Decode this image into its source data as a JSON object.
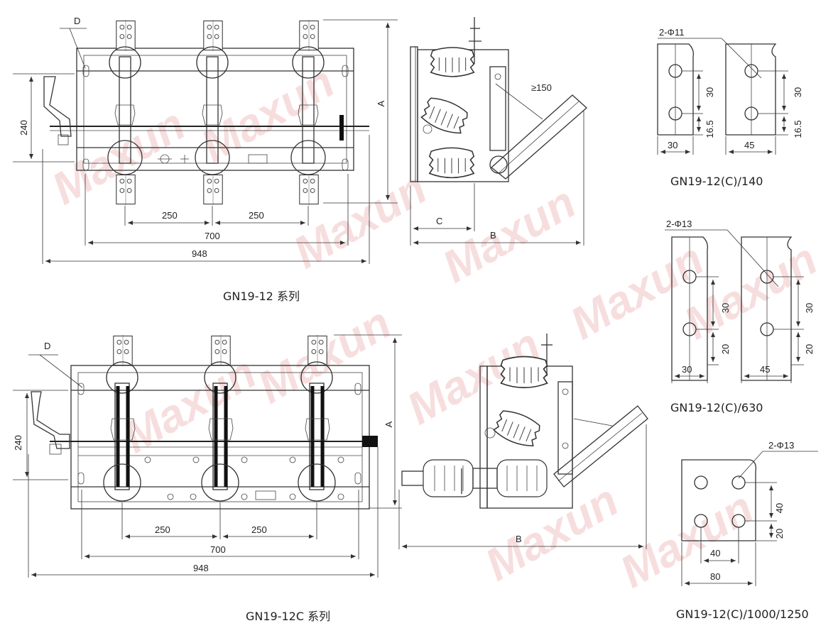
{
  "watermark": "Maxun",
  "top_drawing": {
    "caption": "GN19-12 系列",
    "labels": {
      "d": "D",
      "a": "A",
      "b": "B",
      "c": "C",
      "clearance": "≥150"
    },
    "dims": {
      "h240": "240",
      "s250a": "250",
      "s250b": "250",
      "w700": "700",
      "w948": "948"
    }
  },
  "bottom_drawing": {
    "caption": "GN19-12C 系列",
    "labels": {
      "d": "D",
      "a": "A",
      "b": "B"
    },
    "dims": {
      "h240": "240",
      "s250a": "250",
      "s250b": "250",
      "w700": "700",
      "w948": "948"
    }
  },
  "details": [
    {
      "caption": "GN19-12(C)/140",
      "hole": "2-Φ11",
      "dims": {
        "pitch_left": "30",
        "edge_left": "16.5",
        "width_left": "30",
        "pitch_right": "30",
        "edge_right": "16.5",
        "width_right": "45"
      }
    },
    {
      "caption": "GN19-12(C)/630",
      "hole": "2-Φ13",
      "dims": {
        "pitch_left": "30",
        "edge_left": "20",
        "width_left": "30",
        "pitch_right": "30",
        "edge_right": "20",
        "width_right": "45"
      }
    },
    {
      "caption": "GN19-12(C)/1000/1250",
      "hole": "2-Φ13",
      "dims": {
        "pitch": "40",
        "edge": "20",
        "inner": "40",
        "width": "80"
      }
    }
  ]
}
